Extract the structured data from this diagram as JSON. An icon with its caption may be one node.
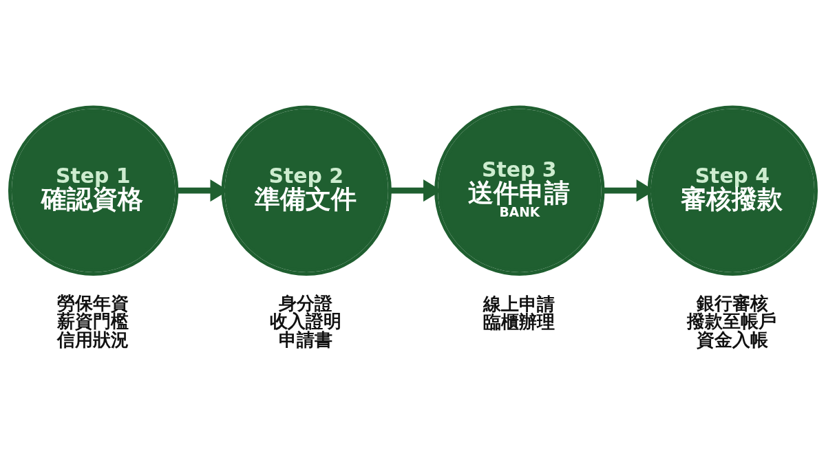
{
  "diagram": {
    "nodes": [
      {
        "text": [
          "Step 1",
          "確認資格"
        ],
        "beside": [
          "勞保年資",
          "薪資門檻",
          "信用狀況"
        ]
      },
      {
        "text": [
          "Step 2",
          "準備文件"
        ],
        "beside": [
          "身分證",
          "收入證明",
          "申請書"
        ]
      },
      {
        "text": [
          "Step 3",
          "送件申請",
          "BANK"
        ],
        "beside": [
          "線上申請",
          "臨櫃辦理"
        ]
      },
      {
        "text": [
          "Step 4",
          "審核撥款"
        ],
        "beside": [
          "銀行審核",
          "撥款至帳戶",
          "資金入帳"
        ]
      }
    ],
    "edges": [
      {
        "from": 0,
        "to": 1,
        "arrow": "to"
      },
      {
        "from": 1,
        "to": 2,
        "arrow": "to"
      },
      {
        "from": 2,
        "to": 3,
        "arrow": "to"
      }
    ]
  }
}
